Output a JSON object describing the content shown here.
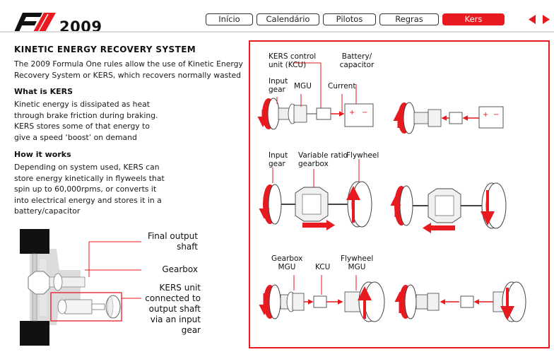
{
  "header": {
    "year": "2009",
    "tabs": [
      {
        "label": "Início",
        "active": false
      },
      {
        "label": "Calendário",
        "active": false
      },
      {
        "label": "Pilotos",
        "active": false
      },
      {
        "label": "Regras",
        "active": false
      },
      {
        "label": "Kers",
        "active": true
      }
    ]
  },
  "article": {
    "title": "KINETIC ENERGY RECOVERY SYSTEM",
    "intro": "The 2009 Formula One rules allow the use of Kinetic Energy Recovery System or KERS, which recovers normally wasted",
    "section1_heading": "What is KERS",
    "section1_text": "Kinetic energy is dissipated as heat through brake friction during braking. KERS stores some of that energy to give a speed ‘boost’ on demand",
    "section2_heading": "How it works",
    "section2_text": "Depending on system used, KERS can store energy kinetically in flyweels that spin up to 60,000rpms, or converts it into electrical energy and stores it in a battery/capacitor"
  },
  "car_labels": {
    "final_output_shaft": "Final output shaft",
    "gearbox": "Gearbox",
    "kers_unit": "KERS unit connected to output shaft via an input gear"
  },
  "diagram_labels": {
    "row1": {
      "kcu": "KERS control unit (KCU)",
      "battery": "Battery/ capacitor",
      "input_gear": "Input gear",
      "mgu": "MGU",
      "current": "Current"
    },
    "row2": {
      "input_gear": "Input gear",
      "variable_gearbox": "Variable ratio gearbox",
      "flywheel": "Flywheel"
    },
    "row3": {
      "gearbox_mgu": "Gearbox MGU",
      "kcu": "KCU",
      "flywheel_mgu": "Flywheel MGU"
    }
  },
  "colors": {
    "accent": "#e8191f",
    "gray": "#d4d4d4",
    "dark": "#222222"
  }
}
